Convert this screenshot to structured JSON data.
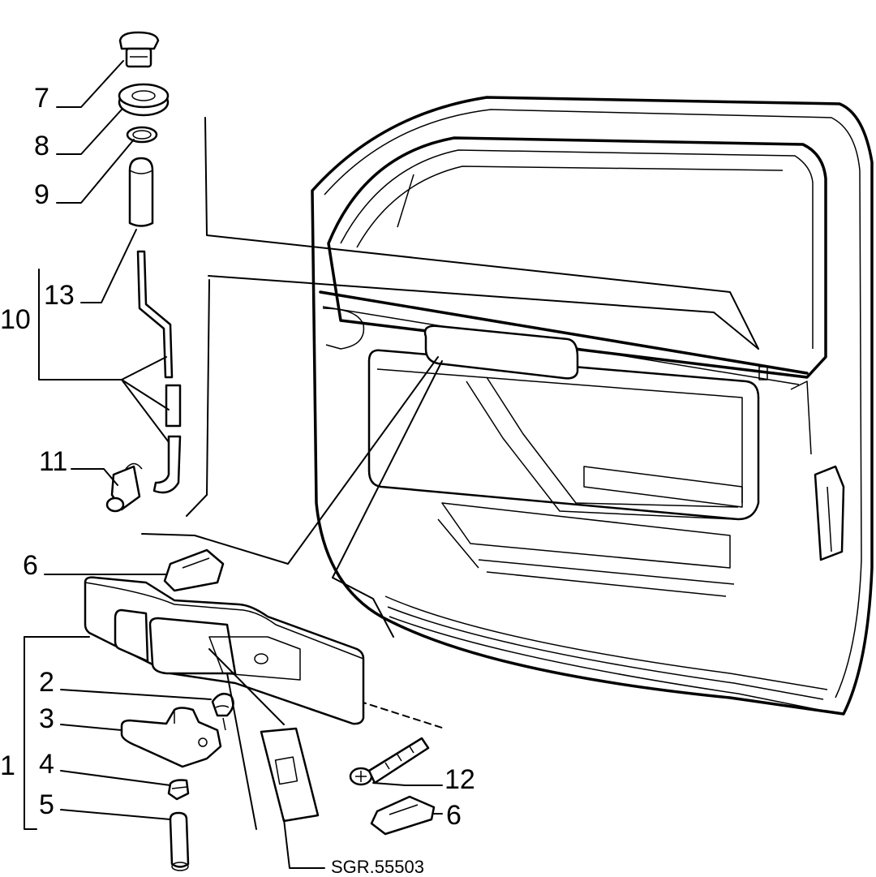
{
  "diagram": {
    "labels": {
      "p1": "1",
      "p2": "2",
      "p3": "3",
      "p4": "4",
      "p5": "5",
      "p6a": "6",
      "p6b": "6",
      "p7": "7",
      "p8": "8",
      "p9": "9",
      "p10": "10",
      "p11": "11",
      "p12": "12",
      "p13": "13"
    },
    "reference_code": "SGR.55503"
  }
}
